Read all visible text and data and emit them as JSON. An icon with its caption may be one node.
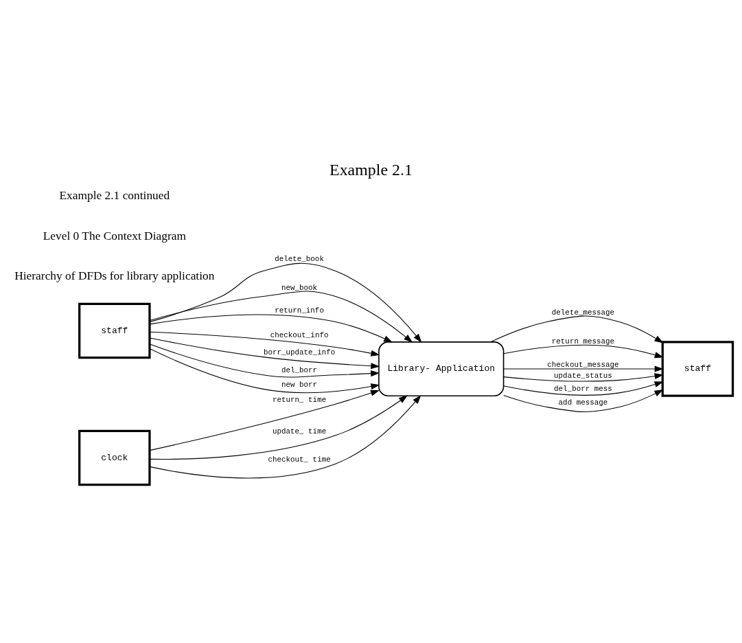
{
  "diagram": {
    "title": "Example 2.1",
    "nodes": [
      {
        "text": [
          "staff"
        ]
      },
      {
        "text": [
          "Library- Application"
        ]
      },
      {
        "text": [
          "staff"
        ]
      },
      {
        "text": [
          "clock"
        ]
      }
    ],
    "edges": [
      {
        "from": 0,
        "to": 1,
        "arrow": "to",
        "label": "delete_book"
      },
      {
        "from": 0,
        "to": 1,
        "arrow": "to",
        "label": "new_book"
      },
      {
        "from": 0,
        "to": 1,
        "arrow": "to",
        "label": "return_info"
      },
      {
        "from": 0,
        "to": 1,
        "arrow": "to",
        "label": "checkout_info"
      },
      {
        "from": 0,
        "to": 1,
        "arrow": "to",
        "label": "borr_update_info"
      },
      {
        "from": 0,
        "to": 1,
        "arrow": "to",
        "label": "del_borr"
      },
      {
        "from": 0,
        "to": 1,
        "arrow": "to",
        "label": "new borr"
      },
      {
        "from": 1,
        "to": 2,
        "arrow": "to",
        "label": "delete_message"
      },
      {
        "from": 1,
        "to": 2,
        "arrow": "to",
        "label": "return message"
      },
      {
        "from": 1,
        "to": 2,
        "arrow": "to",
        "label": "checkout_message"
      },
      {
        "from": 1,
        "to": 2,
        "arrow": "to",
        "label": "update_status"
      },
      {
        "from": 1,
        "to": 2,
        "arrow": "to",
        "label": "del_borr mess"
      },
      {
        "from": 1,
        "to": 2,
        "arrow": "to",
        "label": "add message"
      },
      {
        "from": 3,
        "to": 1,
        "arrow": "to",
        "label": "return_ time"
      },
      {
        "from": 3,
        "to": 1,
        "arrow": "to",
        "label": "update_ time"
      },
      {
        "from": 3,
        "to": 1,
        "arrow": "to",
        "label": "checkout_ time"
      }
    ],
    "labels": [
      "Hierarchy of DFDs for library application",
      "Level 0 The Context Diagram",
      "Example 2.1 continued"
    ]
  }
}
